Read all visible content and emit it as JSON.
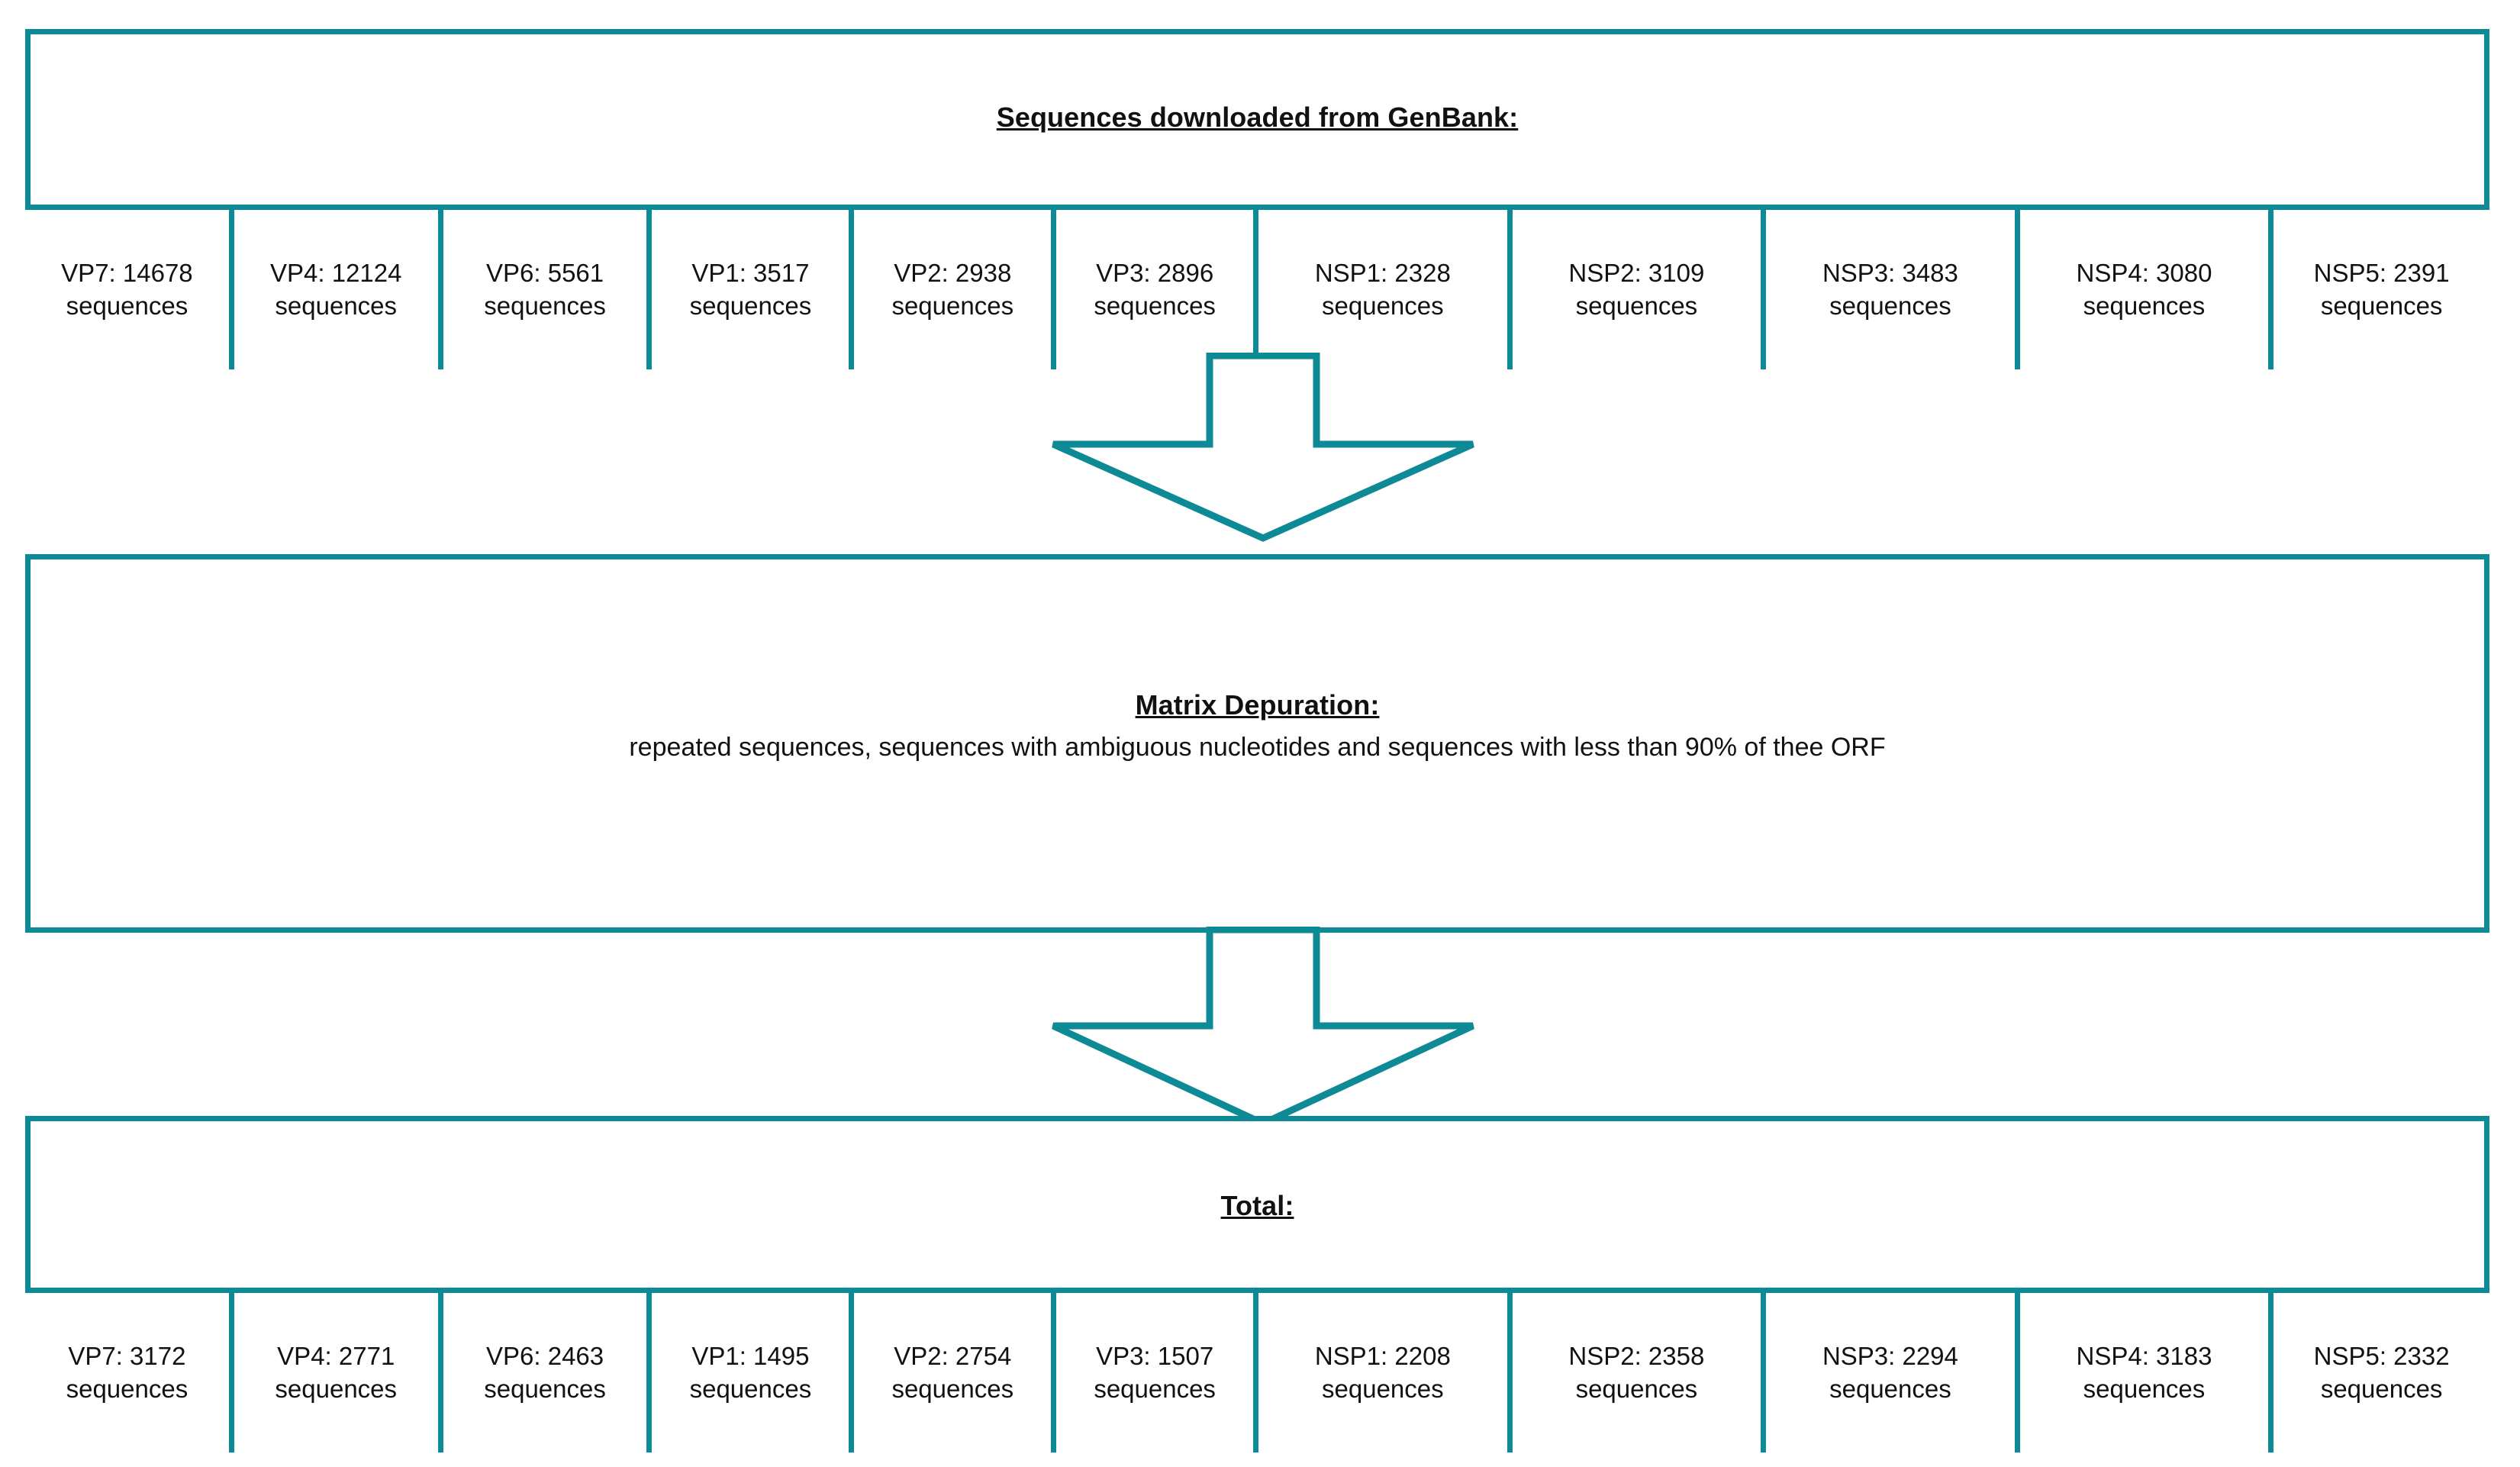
{
  "theme": {
    "accent": "#0e8a96",
    "background": "#ffffff",
    "text": "#111111"
  },
  "diagram": {
    "title": "Sequence dataset curation flowchart",
    "type": "flowchart",
    "unit_label": "sequences",
    "stages": [
      {
        "id": "downloaded",
        "heading": "Sequences downloaded from GenBank:",
        "subtext": "",
        "cells": [
          {
            "gene": "VP7: 14678",
            "unit": "sequences"
          },
          {
            "gene": "VP4: 12124",
            "unit": "sequences"
          },
          {
            "gene": "VP6: 5561",
            "unit": "sequences"
          },
          {
            "gene": "VP1: 3517",
            "unit": "sequences"
          },
          {
            "gene": "VP2: 2938",
            "unit": "sequences"
          },
          {
            "gene": "VP3: 2896",
            "unit": "sequences"
          },
          {
            "gene": "NSP1: 2328",
            "unit": "sequences"
          },
          {
            "gene": "NSP2: 3109",
            "unit": "sequences"
          },
          {
            "gene": "NSP3: 3483",
            "unit": "sequences"
          },
          {
            "gene": "NSP4: 3080",
            "unit": "sequences"
          },
          {
            "gene": "NSP5: 2391",
            "unit": "sequences"
          }
        ]
      },
      {
        "id": "depuration",
        "heading": "Matrix Depuration:",
        "subtext": "repeated sequences, sequences with ambiguous nucleotides and sequences with less than 90% of thee ORF",
        "cells": []
      },
      {
        "id": "total",
        "heading": "Total:",
        "subtext": "",
        "cells": [
          {
            "gene": "VP7: 3172",
            "unit": "sequences"
          },
          {
            "gene": "VP4: 2771",
            "unit": "sequences"
          },
          {
            "gene": "VP6: 2463",
            "unit": "sequences"
          },
          {
            "gene": "VP1: 1495",
            "unit": "sequences"
          },
          {
            "gene": "VP2: 2754",
            "unit": "sequences"
          },
          {
            "gene": "VP3: 1507",
            "unit": "sequences"
          },
          {
            "gene": "NSP1: 2208",
            "unit": "sequences"
          },
          {
            "gene": "NSP2: 2358",
            "unit": "sequences"
          },
          {
            "gene": "NSP3: 2294",
            "unit": "sequences"
          },
          {
            "gene": "NSP4: 3183",
            "unit": "sequences"
          },
          {
            "gene": "NSP5: 2332",
            "unit": "sequences"
          }
        ]
      }
    ],
    "connectors": [
      {
        "id": "arrow-download-to-depuration",
        "shape": "down-arrow",
        "from": "downloaded",
        "to": "depuration"
      },
      {
        "id": "arrow-depuration-to-total",
        "shape": "down-arrow",
        "from": "depuration",
        "to": "total"
      }
    ]
  }
}
